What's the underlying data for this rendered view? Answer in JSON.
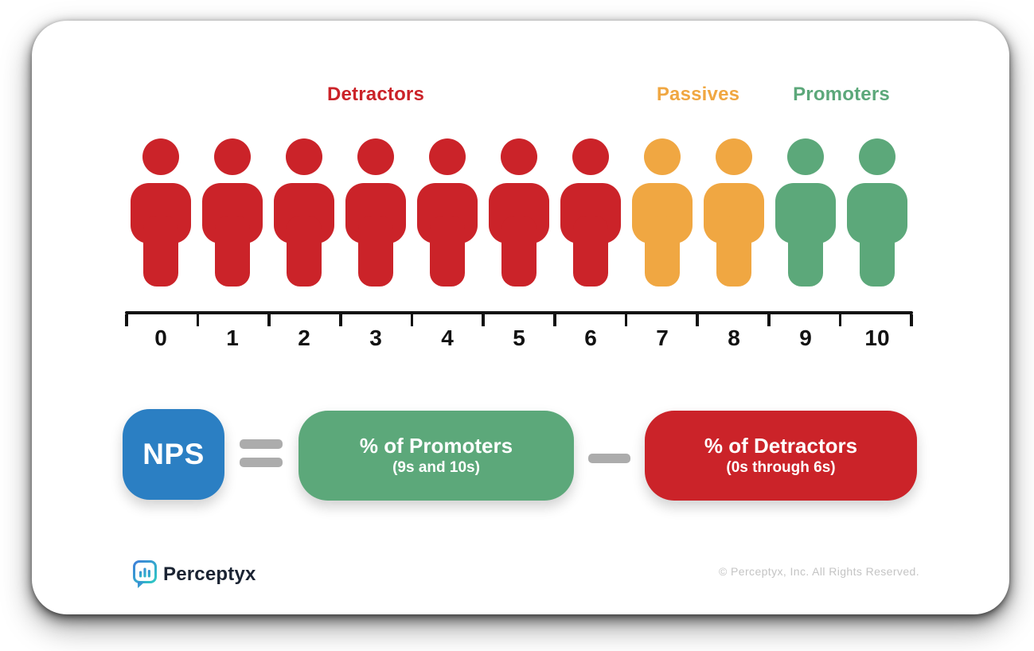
{
  "score_groups": [
    {
      "label": "Detractors",
      "color": "#CB2329",
      "scores": [
        "0",
        "1",
        "2",
        "3",
        "4",
        "5",
        "6"
      ]
    },
    {
      "label": "Passives",
      "color": "#F0A742",
      "scores": [
        "7",
        "8"
      ]
    },
    {
      "label": "Promoters",
      "color": "#5CA87A",
      "scores": [
        "9",
        "10"
      ]
    }
  ],
  "scale": {
    "numbers": [
      "0",
      "1",
      "2",
      "3",
      "4",
      "5",
      "6",
      "7",
      "8",
      "9",
      "10"
    ]
  },
  "formula": {
    "nps_label": "NPS",
    "nps_box_color": "#2B7FC3",
    "promoters_box": {
      "line1": "% of Promoters",
      "line2": "(9s and 10s)",
      "color": "#5CA87A"
    },
    "detractors_box": {
      "line1": "% of Detractors",
      "line2": "(0s through 6s)",
      "color": "#CB2329"
    }
  },
  "icons": {
    "equals": "equals-icon",
    "minus": "minus-icon",
    "person": "person-icon",
    "brand_logo": "speech-bubble-bar-chart-icon"
  },
  "footer": {
    "brand": "Perceptyx",
    "copyright": "© Perceptyx, Inc. All Rights Reserved."
  },
  "colors": {
    "detractor_red": "#CB2329",
    "passive_orange": "#F0A742",
    "promoter_green": "#5CA87A",
    "nps_blue": "#2B7FC3",
    "operator_gray": "#ACACAC",
    "scale_black": "#121212",
    "brand_navy": "#1B2433",
    "copyright_gray": "#C4C4C4"
  }
}
